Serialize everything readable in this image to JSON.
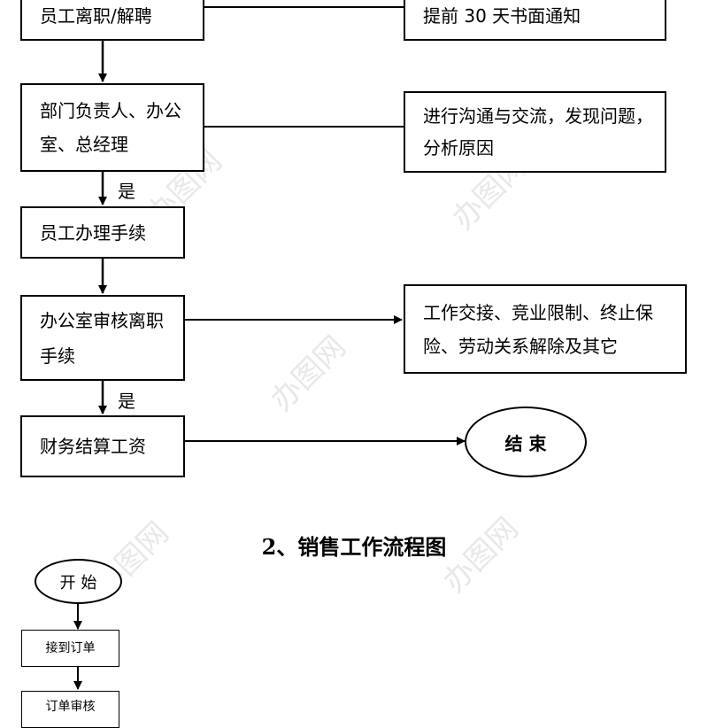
{
  "flow1": {
    "nodes": {
      "resign": "员工离职/解聘",
      "notice": "提前 30 天书面通知",
      "dept_head": "部门负责人、办公室、总经理",
      "communicate": "进行沟通与交流，发现问题，分析原因",
      "procedures": "员工办理手续",
      "office_review": "办公室审核离职手续",
      "handover": "工作交接、竞业限制、终止保险、劳动关系解除及其它",
      "finance": "财务结算工资",
      "end": "结 束"
    },
    "edge_labels": {
      "yes_1": "是",
      "yes_2": "是"
    }
  },
  "section2_title": "2、销售工作流程图",
  "flow2": {
    "nodes": {
      "start": "开 始",
      "receive_order": "接到订单",
      "order_review": "订单审核"
    }
  },
  "watermark": "办图网"
}
